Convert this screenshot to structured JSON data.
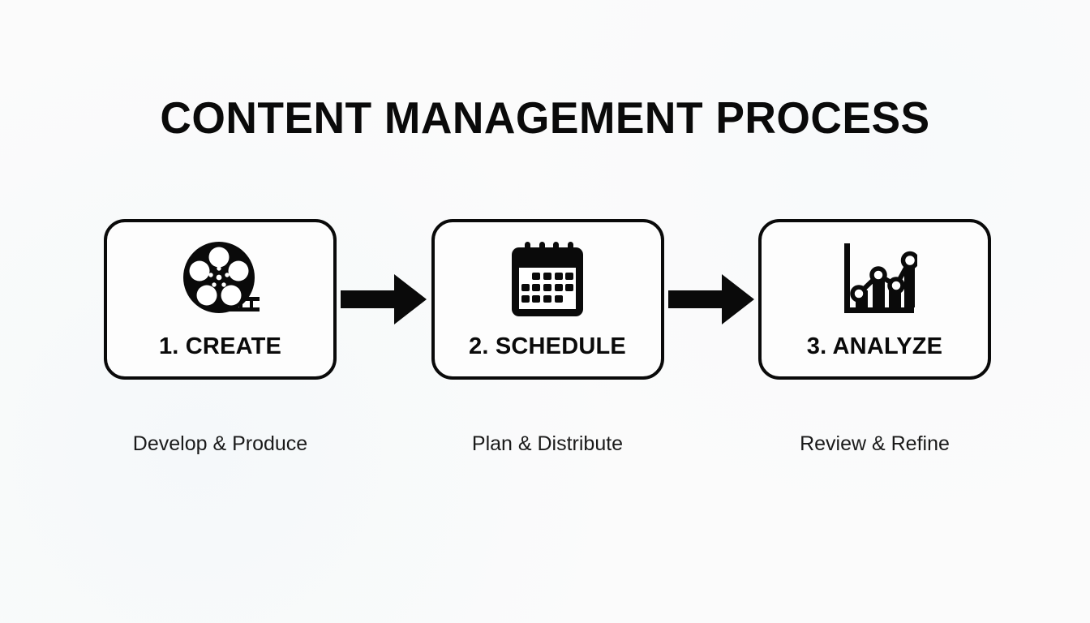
{
  "page": {
    "title": "CONTENT MANAGEMENT PROCESS",
    "background_color": "#fbfbfb",
    "ink_color": "#0a0a0a"
  },
  "steps": [
    {
      "label": "1. CREATE",
      "caption": "Develop & Produce",
      "icon": "film-reel-icon"
    },
    {
      "label": "2. SCHEDULE",
      "caption": "Plan & Distribute",
      "icon": "calendar-icon"
    },
    {
      "label": "3. ANALYZE",
      "caption": "Review & Refine",
      "icon": "bar-chart-line-icon"
    }
  ],
  "connectors": [
    {
      "name": "arrow-right-icon"
    },
    {
      "name": "arrow-right-icon"
    }
  ]
}
